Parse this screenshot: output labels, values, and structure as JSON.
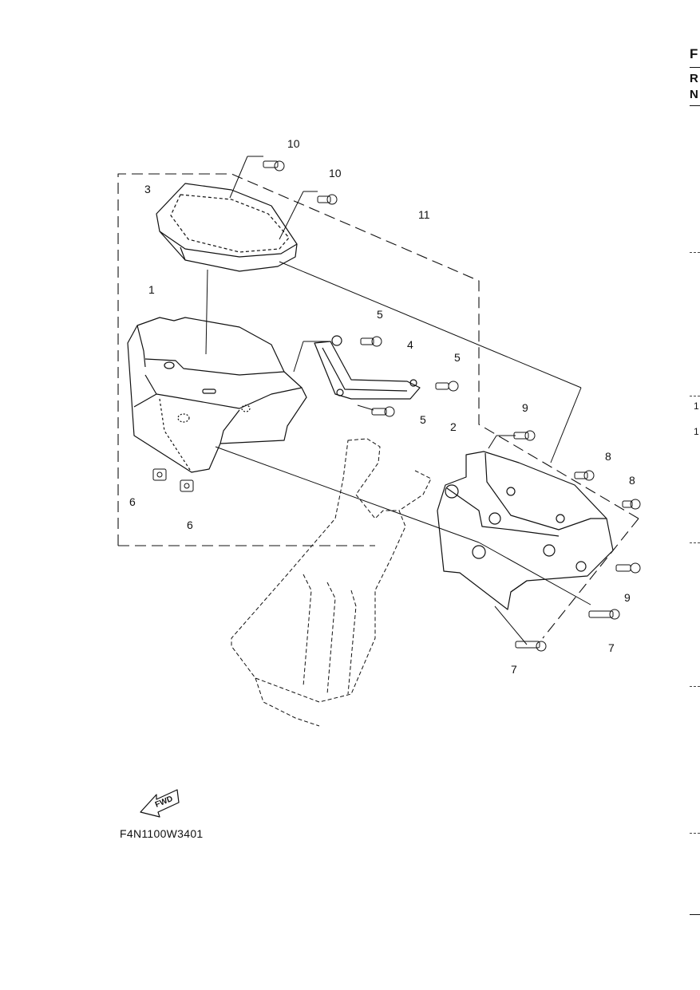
{
  "callouts": {
    "c1": "1",
    "c2": "2",
    "c3": "3",
    "c4": "4",
    "c5a": "5",
    "c5b": "5",
    "c5c": "5",
    "c6a": "6",
    "c6b": "6",
    "c7a": "7",
    "c7b": "7",
    "c8a": "8",
    "c8b": "8",
    "c9a": "9",
    "c9b": "9",
    "c10a": "10",
    "c10b": "10",
    "c11": "11"
  },
  "fwd_label": "FWD",
  "diagram_code": "F4N1100W3401",
  "edge": {
    "letter_f": "F",
    "letter_r": "R",
    "letter_n": "N",
    "num_1a": "1",
    "num_1b": "1"
  }
}
